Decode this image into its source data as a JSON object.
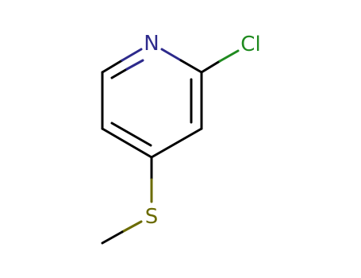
{
  "molecule": {
    "atoms": {
      "N": {
        "label": "N",
        "color": "#2d2a8c"
      },
      "Cl": {
        "label": "Cl",
        "color": "#1f8a1f"
      },
      "S": {
        "label": "S",
        "color": "#6b6b00"
      }
    },
    "colors": {
      "carbon_bond": "#000000",
      "nitrogen": "#2d2a8c",
      "chlorine": "#1f8a1f",
      "sulfur": "#6b6b00",
      "background": "#ffffff"
    }
  }
}
